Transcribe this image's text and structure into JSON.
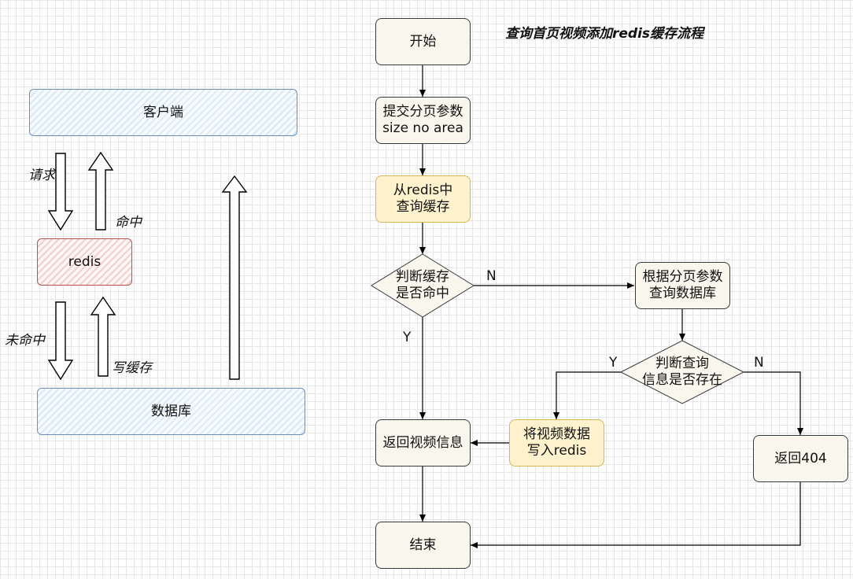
{
  "title": "查询首页视频添加redis缓存流程",
  "left": {
    "client": "客户端",
    "redis": "redis",
    "database": "数据库",
    "request": "请求",
    "hit": "命中",
    "miss": "未命中",
    "write_cache": "写缓存"
  },
  "flow": {
    "start": "开始",
    "submit_params": "提交分页参数\nsize no area",
    "query_redis": "从redis中\n查询缓存",
    "check_cache": "判断缓存\n是否命中",
    "query_db": "根据分页参数\n查询数据库",
    "check_exists": "判断查询\n信息是否存在",
    "write_redis": "将视频数据\n写入redis",
    "return_info": "返回视频信息",
    "return_404": "返回404",
    "end": "结束"
  },
  "edge_labels": {
    "cache_no": "N",
    "cache_yes": "Y",
    "exists_yes": "Y",
    "exists_no": "N"
  },
  "colors": {
    "flow_fill": "#f9f7ed",
    "flow_stroke": "#36393d",
    "highlight_fill": "#fff2cc",
    "highlight_stroke": "#d6b656",
    "sketch_blue": "#6c8ebf",
    "sketch_red": "#b85450"
  }
}
